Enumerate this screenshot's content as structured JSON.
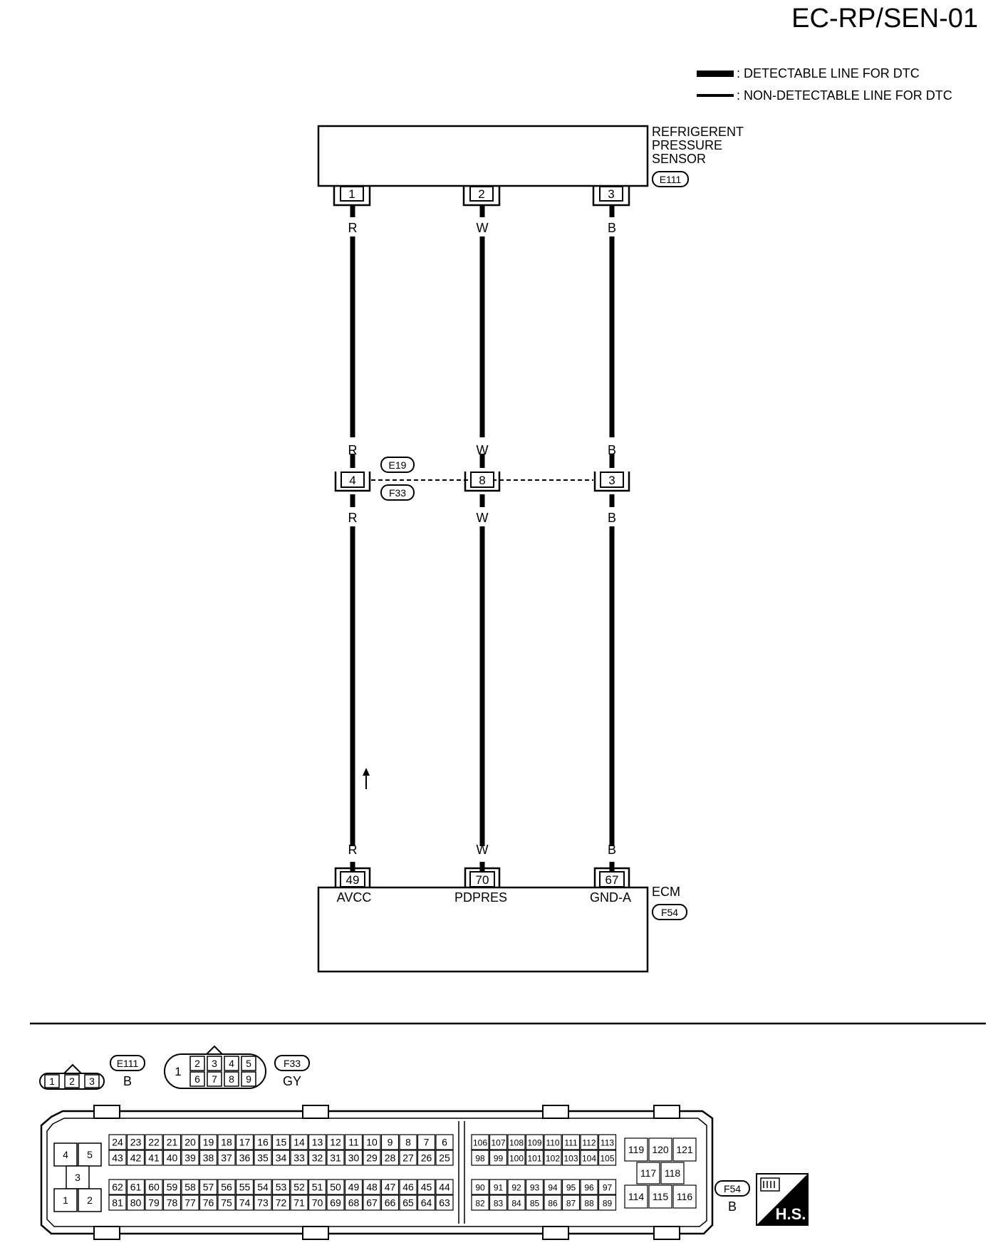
{
  "page_code": "EC-RP/SEN-01",
  "legend": {
    "detectable": ": DETECTABLE LINE FOR DTC",
    "non_detectable": ": NON-DETECTABLE LINE FOR DTC"
  },
  "sensor": {
    "name_lines": [
      "REFRIGERENT",
      "PRESSURE",
      "SENSOR"
    ],
    "connector": "E111",
    "pins": [
      "1",
      "2",
      "3"
    ]
  },
  "wires": [
    {
      "color_top": "R",
      "color_mid_above": "R",
      "color_mid_below": "R",
      "color_bottom": "R"
    },
    {
      "color_top": "W",
      "color_mid_above": "W",
      "color_mid_below": "W",
      "color_bottom": "W"
    },
    {
      "color_top": "B",
      "color_mid_above": "B",
      "color_mid_below": "B",
      "color_bottom": "B"
    }
  ],
  "joint": {
    "connector_top": "E19",
    "connector_bottom": "F33",
    "pins": [
      "4",
      "8",
      "3"
    ]
  },
  "ecm": {
    "name": "ECM",
    "connector": "F54",
    "pins": [
      "49",
      "70",
      "67"
    ],
    "terminals": [
      "AVCC",
      "PDPRES",
      "GND-A"
    ]
  },
  "connector_views": {
    "e111": {
      "id": "E111",
      "color": "B",
      "pins": [
        "1",
        "2",
        "3"
      ]
    },
    "f33": {
      "id": "F33",
      "color": "GY",
      "big_pin": "1",
      "top_row": [
        "2",
        "3",
        "4",
        "5"
      ],
      "bottom_row": [
        "6",
        "7",
        "8",
        "9"
      ]
    },
    "f54": {
      "id": "F54",
      "color": "B",
      "power_pins": [
        "4",
        "5",
        "3",
        "1",
        "2"
      ],
      "b1": {
        "r1": [
          "24",
          "23",
          "22",
          "21",
          "20",
          "19",
          "18",
          "17",
          "16",
          "15",
          "14",
          "13",
          "12",
          "11",
          "10",
          "9",
          "8",
          "7",
          "6"
        ],
        "r2": [
          "43",
          "42",
          "41",
          "40",
          "39",
          "38",
          "37",
          "36",
          "35",
          "34",
          "33",
          "32",
          "31",
          "30",
          "29",
          "28",
          "27",
          "26",
          "25"
        ],
        "r3": [
          "62",
          "61",
          "60",
          "59",
          "58",
          "57",
          "56",
          "55",
          "54",
          "53",
          "52",
          "51",
          "50",
          "49",
          "48",
          "47",
          "46",
          "45",
          "44"
        ],
        "r4": [
          "81",
          "80",
          "79",
          "78",
          "77",
          "76",
          "75",
          "74",
          "73",
          "72",
          "71",
          "70",
          "69",
          "68",
          "67",
          "66",
          "65",
          "64",
          "63"
        ]
      },
      "b2": {
        "r1": [
          "106",
          "107",
          "108",
          "109",
          "110",
          "111",
          "112",
          "113"
        ],
        "r2": [
          "98",
          "99",
          "100",
          "101",
          "102",
          "103",
          "104",
          "105"
        ],
        "r3": [
          "90",
          "91",
          "92",
          "93",
          "94",
          "95",
          "96",
          "97"
        ],
        "r4": [
          "82",
          "83",
          "84",
          "85",
          "86",
          "87",
          "88",
          "89"
        ]
      },
      "b3": {
        "top": [
          "119",
          "120",
          "121"
        ],
        "mid": [
          "117",
          "118"
        ],
        "bot": [
          "114",
          "115",
          "116"
        ]
      }
    }
  },
  "hs_label": "H.S.",
  "hs_icon": "lock-icon"
}
